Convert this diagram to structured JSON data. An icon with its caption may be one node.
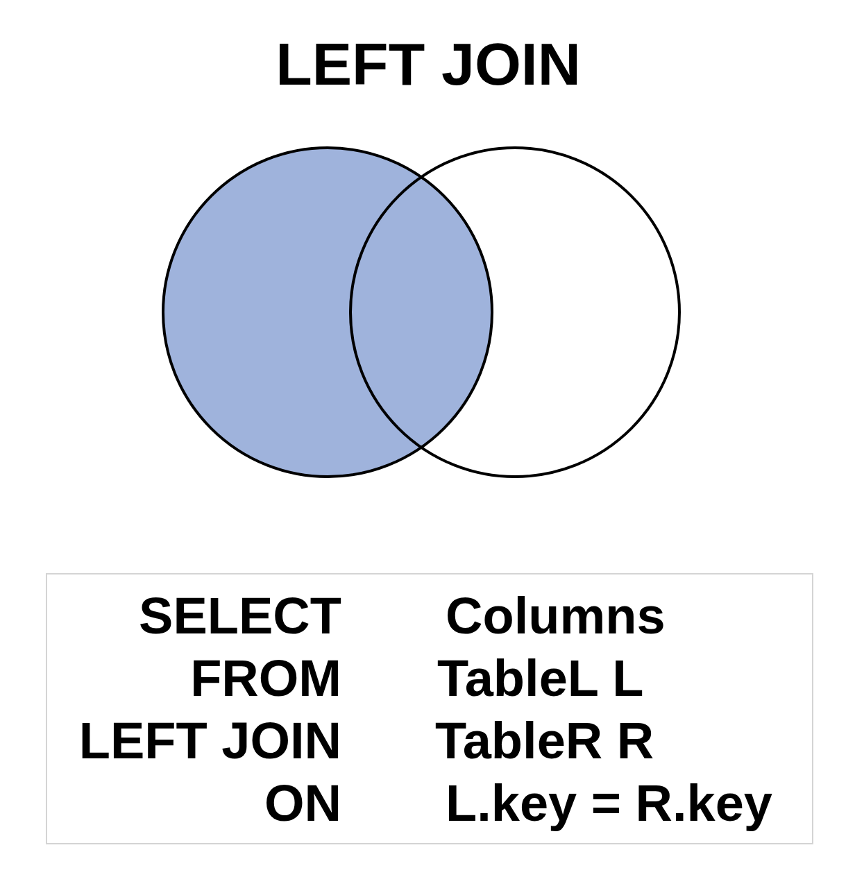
{
  "diagram": {
    "title": "LEFT JOIN",
    "nodes": [
      {
        "text": [],
        "shape": "circle"
      },
      {
        "text": [],
        "shape": "circle"
      },
      {
        "text": [
          "SELECT",
          "Columns",
          "FROM",
          "TableL L",
          "LEFT JOIN",
          "TableR R",
          "ON",
          "L.key = R.key"
        ]
      }
    ]
  }
}
